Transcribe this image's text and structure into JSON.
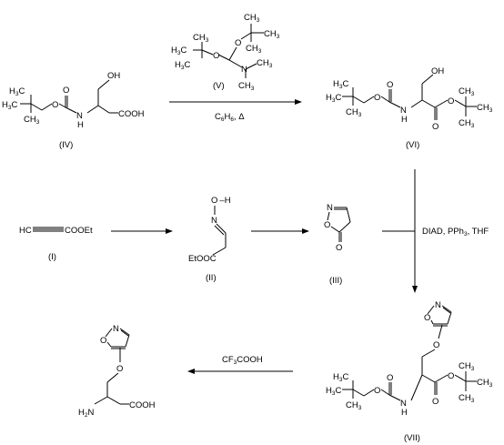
{
  "compounds": {
    "IV": {
      "label": "(IV)"
    },
    "V": {
      "label": "(V)"
    },
    "VI": {
      "label": "(VI)"
    },
    "I": {
      "label": "(I)"
    },
    "II": {
      "label": "(II)"
    },
    "III": {
      "label": "(III)"
    },
    "VII": {
      "label": "(VII)"
    }
  },
  "atoms": {
    "oh": "OH",
    "h": "H",
    "o": "O",
    "n": "N",
    "hn": "HN",
    "cooh": "COOH",
    "h2n": "H",
    "h2n_n": "N",
    "two": "2",
    "three": "3",
    "hc": "HC",
    "cooet": "COOEt",
    "etooc": "EtOOC",
    "ch3": "CH",
    "h3c": "H",
    "c3": "C"
  },
  "conditions": {
    "step1_below_main": "C",
    "step1_sub6a": "6",
    "step1_mid": "H",
    "step1_sub6b": "6",
    "step1_tail": ", Δ",
    "step2_main": "DIAD, PPh",
    "step2_sub": "3",
    "step2_tail": ", THF",
    "step3_main": "CF",
    "step3_sub": "3",
    "step3_tail": "COOH"
  }
}
